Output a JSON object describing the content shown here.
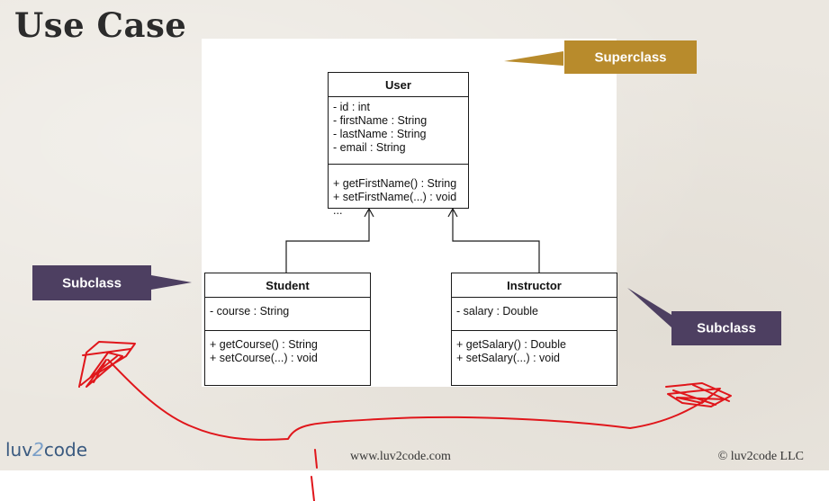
{
  "slide": {
    "title": "Use Case",
    "footer_url": "www.luv2code.com",
    "copyright": "© luv2code LLC",
    "logo": {
      "left": "luv",
      "mid": "2",
      "right": "code"
    }
  },
  "callouts": {
    "superclass": "Superclass",
    "subclass_left": "Subclass",
    "subclass_right": "Subclass"
  },
  "classes": {
    "user": {
      "name": "User",
      "attributes": [
        "- id : int",
        "- firstName : String",
        "- lastName : String",
        "- email : String"
      ],
      "methods": [
        "+ getFirstName() : String",
        "+ setFirstName(...) : void",
        "..."
      ]
    },
    "student": {
      "name": "Student",
      "attributes": [
        "- course : String"
      ],
      "methods": [
        "+ getCourse() : String",
        "+ setCourse(...) : void"
      ]
    },
    "instructor": {
      "name": "Instructor",
      "attributes": [
        "- salary : Double"
      ],
      "methods": [
        "+ getSalary() : Double",
        "+ setSalary(...) : void"
      ]
    }
  },
  "colors": {
    "superclass_callout": "#b88b2c",
    "subclass_callout": "#4d3f61",
    "annotation_ink": "#e0161b"
  }
}
